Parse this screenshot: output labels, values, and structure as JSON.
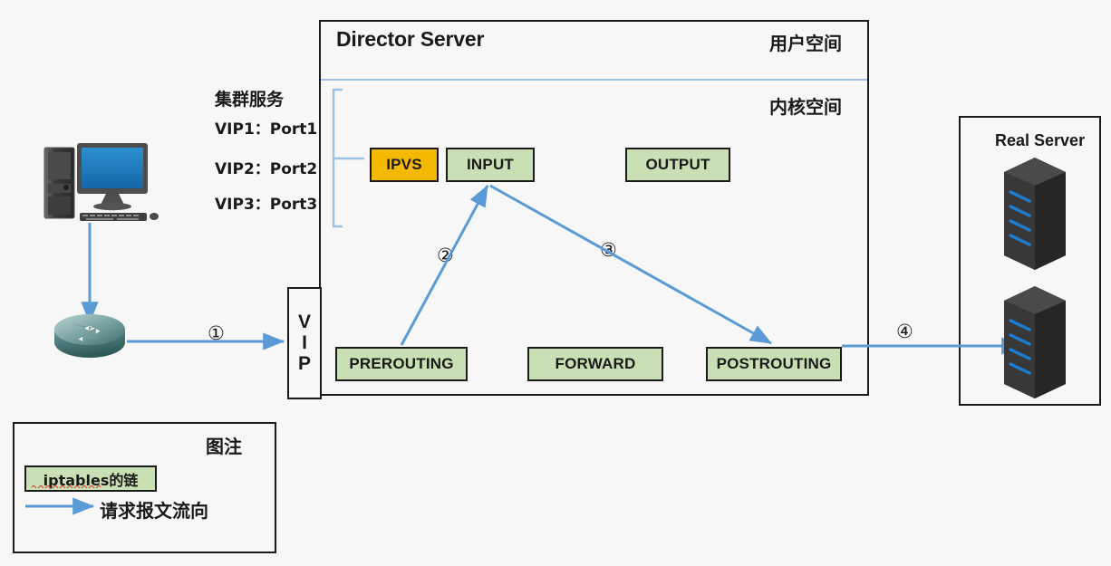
{
  "diagram": {
    "title": "LVS Director Server packet flow",
    "background_color": "#f7f7f7"
  },
  "director": {
    "title": "Director Server",
    "user_space_label": "用户空间",
    "kernel_space_label": "内核空间"
  },
  "cluster_service": {
    "title": "集群服务",
    "entries": [
      "VIP1：Port1",
      "VIP2：Port2",
      "VIP3：Port3"
    ]
  },
  "chains": {
    "ipvs": "IPVS",
    "input": "INPUT",
    "output": "OUTPUT",
    "prerouting": "PREROUTING",
    "forward": "FORWARD",
    "postrouting": "POSTROUTING"
  },
  "vip": {
    "letters": [
      "V",
      "I",
      "P"
    ]
  },
  "real_server": {
    "title": "Real Server",
    "node_count": 2
  },
  "legend": {
    "title": "图注",
    "chain_swatch_label": "iptables的链",
    "flow_label": "请求报文流向"
  },
  "steps": [
    {
      "marker": "①",
      "description": "router to VIP"
    },
    {
      "marker": "②",
      "description": "PREROUTING to INPUT"
    },
    {
      "marker": "③",
      "description": "INPUT to POSTROUTING"
    },
    {
      "marker": "④",
      "description": "POSTROUTING to Real Server"
    }
  ],
  "colors": {
    "chain_green": "#c8e0b4",
    "ipvs_amber": "#f5b800",
    "arrow_blue": "#5b9bd5",
    "bracket_blue": "#9cc3e5",
    "border_dark": "#1a1a1a"
  },
  "icons": {
    "client": "desktop-computer-icon",
    "router": "router-icon",
    "server": "server-rack-icon"
  }
}
